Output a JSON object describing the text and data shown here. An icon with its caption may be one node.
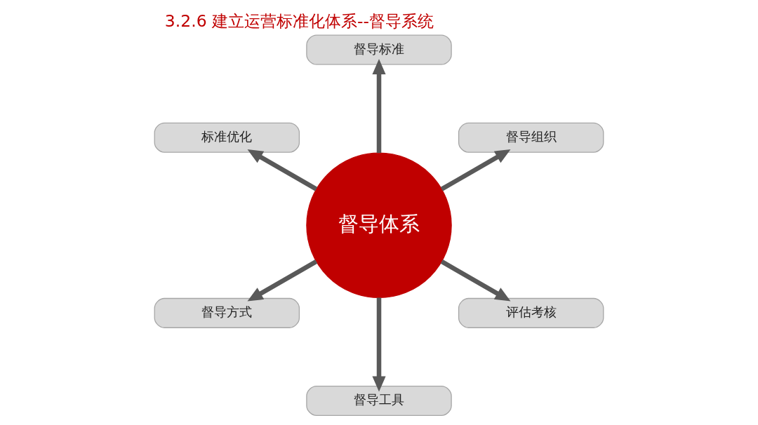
{
  "diagram": {
    "title": "3.2.6 建立运营标准化体系--督导系统",
    "nodes": [
      {
        "text": [
          "督导体系"
        ]
      },
      {
        "text": [
          "督导组织"
        ]
      },
      {
        "text": [
          "督导标准"
        ]
      },
      {
        "text": [
          "标准优化"
        ]
      },
      {
        "text": [
          "督导方式"
        ]
      },
      {
        "text": [
          "督导工具"
        ]
      },
      {
        "text": [
          "评估考核"
        ]
      }
    ],
    "edges": [
      {
        "from": 0,
        "to": 1,
        "arrow": "to"
      },
      {
        "from": 0,
        "to": 2,
        "arrow": "to"
      },
      {
        "from": 0,
        "to": 3,
        "arrow": "to"
      },
      {
        "from": 0,
        "to": 4,
        "arrow": "to"
      },
      {
        "from": 0,
        "to": 5,
        "arrow": "to"
      },
      {
        "from": 0,
        "to": 6,
        "arrow": "to"
      }
    ]
  }
}
